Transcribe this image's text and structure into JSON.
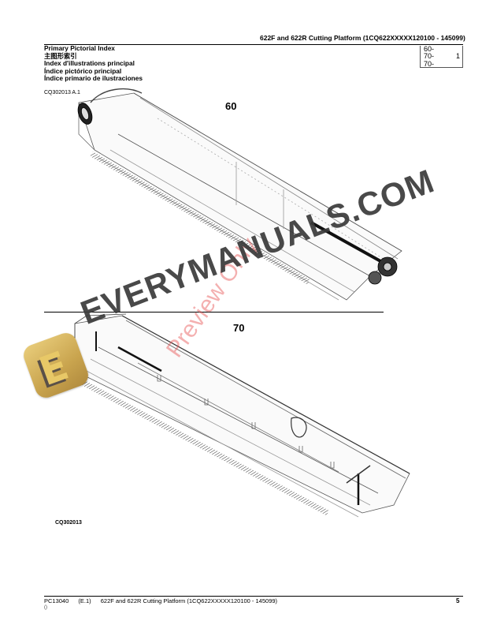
{
  "header": {
    "title": "622F and 622R Cutting Platform (1CQ622XXXXX120100 - 145099)"
  },
  "index": {
    "titles": [
      "Primary Pictorial Index",
      "主图形索引",
      "Index d'illustrations principal",
      "Índice pictórico principal",
      "Índice primario de ilustraciones"
    ],
    "code": "CQ302013 A.1"
  },
  "page_box": {
    "rows": [
      {
        "label": "60-",
        "value": ""
      },
      {
        "label": "70-",
        "value": "1"
      },
      {
        "label": "70-",
        "value": ""
      }
    ]
  },
  "figures": {
    "top_label": "60",
    "bottom_label": "70",
    "figure_code": "CQ302013"
  },
  "watermark": {
    "brand": "EVERYMANUALS.COM",
    "overlay": "Preview Only",
    "logo_letter": "E",
    "logo_color": "#d4b15e"
  },
  "footer": {
    "doc_id": "PC13040",
    "edition": "(E.1)",
    "title": "622F and 622R Cutting Platform (1CQ622XXXXX120100 - 145099)",
    "sub": "()",
    "page": "5"
  }
}
